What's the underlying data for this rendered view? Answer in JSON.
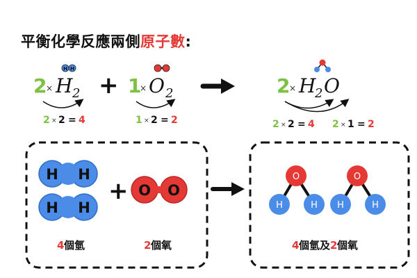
{
  "title": {
    "prefix": "平衡化學反應兩側",
    "highlight": "原子數",
    "suffix": ":"
  },
  "colors": {
    "green": "#7cc242",
    "red": "#e53935",
    "hydrogen": "#4a8ce8",
    "oxygen": "#e53935",
    "dark": "#111111"
  },
  "equation": {
    "h2": {
      "coef": "2",
      "times": "×",
      "symbol": "H",
      "sub": "2"
    },
    "plus": "+",
    "o2": {
      "coef": "1",
      "times": "×",
      "symbol": "O",
      "sub": "2"
    },
    "h2o": {
      "coef": "2",
      "times": "×",
      "symbol": "H",
      "sub": "2",
      "symbol2": "O"
    }
  },
  "counts": {
    "h_left": {
      "a": "2",
      "x": "×",
      "b": "2",
      "eq": "=",
      "result": "4"
    },
    "o_left": {
      "a": "1",
      "x": "×",
      "b": "2",
      "eq": "=",
      "result": "2"
    },
    "h_right": {
      "a": "2",
      "x": "×",
      "b": "2",
      "eq": "=",
      "result": "4"
    },
    "o_right": {
      "a": "2",
      "x": "×",
      "b": "1",
      "eq": "=",
      "result": "2"
    }
  },
  "atoms": {
    "h": "H",
    "o": "O"
  },
  "panels": {
    "left_h_caption": {
      "num": "4",
      "text": "個氫"
    },
    "left_o_caption": {
      "num": "2",
      "text": "個氧"
    },
    "right_caption": {
      "num1": "4",
      "text1": "個氫及",
      "num2": "2",
      "text2": "個氧"
    },
    "plus": "+"
  }
}
